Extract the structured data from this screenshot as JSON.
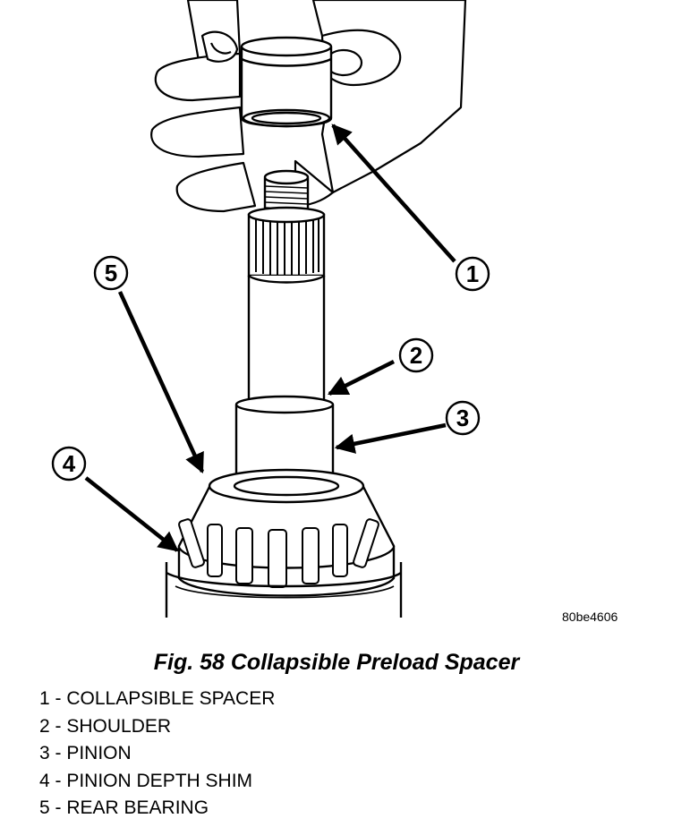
{
  "figure": {
    "image_code": "80be4606",
    "caption": "Fig. 58 Collapsible Preload Spacer",
    "callouts": [
      {
        "number": "1"
      },
      {
        "number": "2"
      },
      {
        "number": "3"
      },
      {
        "number": "4"
      },
      {
        "number": "5"
      }
    ],
    "legend": [
      "1 - COLLAPSIBLE SPACER",
      "2 - SHOULDER",
      "3 - PINION",
      "4 - PINION DEPTH SHIM",
      "5 - REAR BEARING"
    ]
  }
}
